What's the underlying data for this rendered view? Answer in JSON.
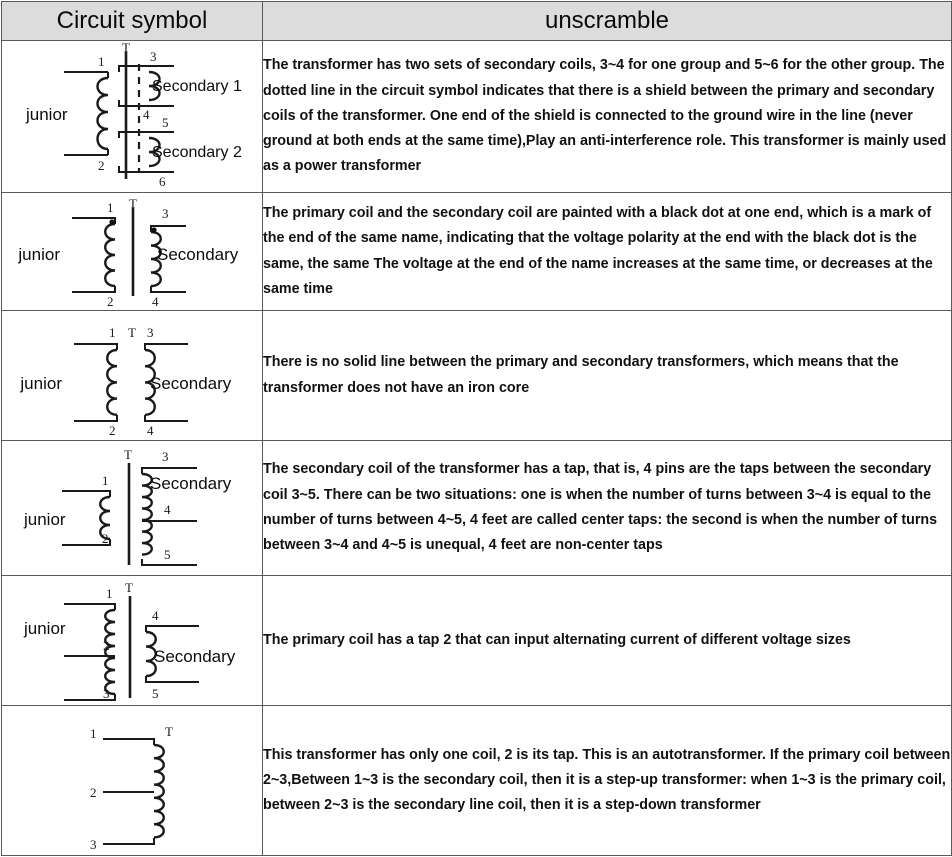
{
  "table": {
    "headers": {
      "symbol": "Circuit symbol",
      "description": "unscramble"
    },
    "rows": [
      {
        "id": "row-1",
        "diagram": {
          "type": "two-secondary-shielded-transformer",
          "core_label": "T",
          "primary_label": "junior",
          "secondary_labels": [
            "Secondary 1",
            "Secondary 2"
          ],
          "pin_labels": [
            "1",
            "2",
            "3",
            "4",
            "5",
            "6"
          ],
          "has_shield": true,
          "has_core": true,
          "has_polarity_dots": false
        },
        "description": "The transformer has two sets of secondary coils, 3~4 for one group and 5~6 for the other group. The dotted line in the circuit symbol indicates that there is a shield between the primary and secondary coils of the transformer. One end of the shield is connected to the ground wire in the line (never ground at both ends at the same time),Play an anti-interference role. This transformer is mainly used as a power transformer"
      },
      {
        "id": "row-2",
        "diagram": {
          "type": "dotted-polarity-transformer",
          "core_label": "T",
          "primary_label": "junior",
          "secondary_labels": [
            "Secondary"
          ],
          "pin_labels": [
            "1",
            "2",
            "3",
            "4"
          ],
          "has_shield": false,
          "has_core": true,
          "has_polarity_dots": true
        },
        "description": "The primary coil and the secondary coil are painted with a black dot at one end, which is a mark of the end of the same name, indicating that the voltage polarity at the end with the black dot is the same, the same The voltage at the end of the name increases at the same time, or decreases at the same time"
      },
      {
        "id": "row-3",
        "diagram": {
          "type": "air-core-transformer",
          "core_label": "T",
          "primary_label": "junior",
          "secondary_labels": [
            "Secondary"
          ],
          "pin_labels": [
            "1",
            "2",
            "3",
            "4"
          ],
          "has_shield": false,
          "has_core": false,
          "has_polarity_dots": false
        },
        "description": "There is no solid line between the primary and secondary transformers, which means that the transformer does not have an iron core"
      },
      {
        "id": "row-4",
        "diagram": {
          "type": "center-tapped-secondary-transformer",
          "core_label": "T",
          "primary_label": "junior",
          "secondary_labels": [
            "Secondary"
          ],
          "pin_labels": [
            "1",
            "2",
            "3",
            "4",
            "5"
          ],
          "has_shield": false,
          "has_core": true,
          "has_polarity_dots": false
        },
        "description": "The secondary coil of the transformer has a tap, that is, 4 pins are the taps between the secondary coil 3~5. There can be two situations: one is when the number of turns between 3~4 is equal to the number of turns between 4~5, 4 feet are called center taps: the second is when the number of turns between 3~4 and 4~5 is unequal, 4 feet are non-center taps"
      },
      {
        "id": "row-5",
        "diagram": {
          "type": "tapped-primary-transformer",
          "core_label": "T",
          "primary_label": "junior",
          "secondary_labels": [
            "Secondary"
          ],
          "pin_labels": [
            "1",
            "2",
            "3",
            "4",
            "5"
          ],
          "has_shield": false,
          "has_core": true,
          "has_polarity_dots": false
        },
        "description": "The primary coil has a tap 2 that can input alternating current of different voltage sizes"
      },
      {
        "id": "row-6",
        "diagram": {
          "type": "autotransformer",
          "core_label": "T",
          "primary_label": "",
          "secondary_labels": [],
          "pin_labels": [
            "1",
            "2",
            "3"
          ],
          "has_shield": false,
          "has_core": false,
          "has_polarity_dots": false
        },
        "description": "This transformer has only one coil, 2 is its tap. This is an autotransformer. If the primary coil between 2~3,Between 1~3 is the secondary coil, then it is a step-up transformer: when 1~3 is the primary coil, between 2~3 is the secondary line coil, then it is a step-down transformer"
      }
    ]
  },
  "colors": {
    "header_bg": "#dcdcdc",
    "border": "#5a5a5a",
    "text": "#111111",
    "ink": "#1a1a1a"
  }
}
